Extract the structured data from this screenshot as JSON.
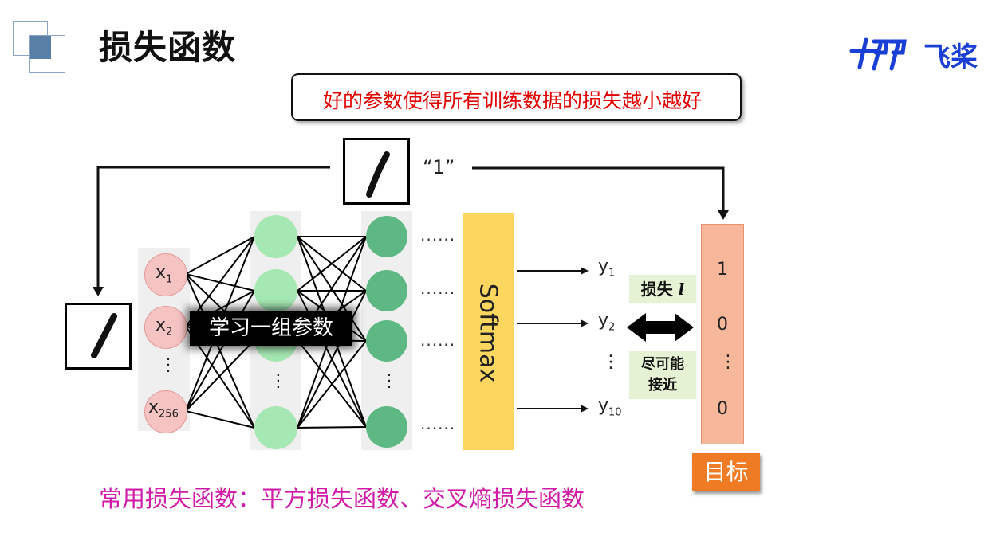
{
  "header": {
    "title": "损失函数",
    "brand_text": "飞桨"
  },
  "principle": "好的参数使得所有训练数据的损失越小越好",
  "diagram": {
    "image_label": "“1”",
    "inputs": [
      {
        "base": "x",
        "sub": "1"
      },
      {
        "base": "x",
        "sub": "2"
      },
      {
        "base": "x",
        "sub": "256"
      }
    ],
    "vertical_ellipsis": "⋮",
    "horizontal_ellipsis": "......",
    "learn_label": "学习一组参数",
    "softmax_label": "Softmax",
    "outputs": [
      {
        "base": "y",
        "sub": "1"
      },
      {
        "base": "y",
        "sub": "2"
      },
      {
        "base": "y",
        "sub": "10"
      }
    ],
    "loss_tag": "损失",
    "loss_symbol": "l",
    "approach_tag_line1": "尽可能",
    "approach_tag_line2": "接近",
    "target_values": [
      "1",
      "0",
      "0"
    ],
    "target_label": "目标"
  },
  "footer": "常用损失函数：平方损失函数、交叉熵损失函数",
  "colors": {
    "principle_text": "#e00000",
    "footer_text": "#d01aa8",
    "brand": "#1a3fd6",
    "softmax": "#fdd65f",
    "target": "#f7b79b",
    "target_tag": "#f07b25",
    "input_node": "#f6c3c3",
    "hidden1_node": "#a6e8b4",
    "hidden2_node": "#5db883"
  }
}
